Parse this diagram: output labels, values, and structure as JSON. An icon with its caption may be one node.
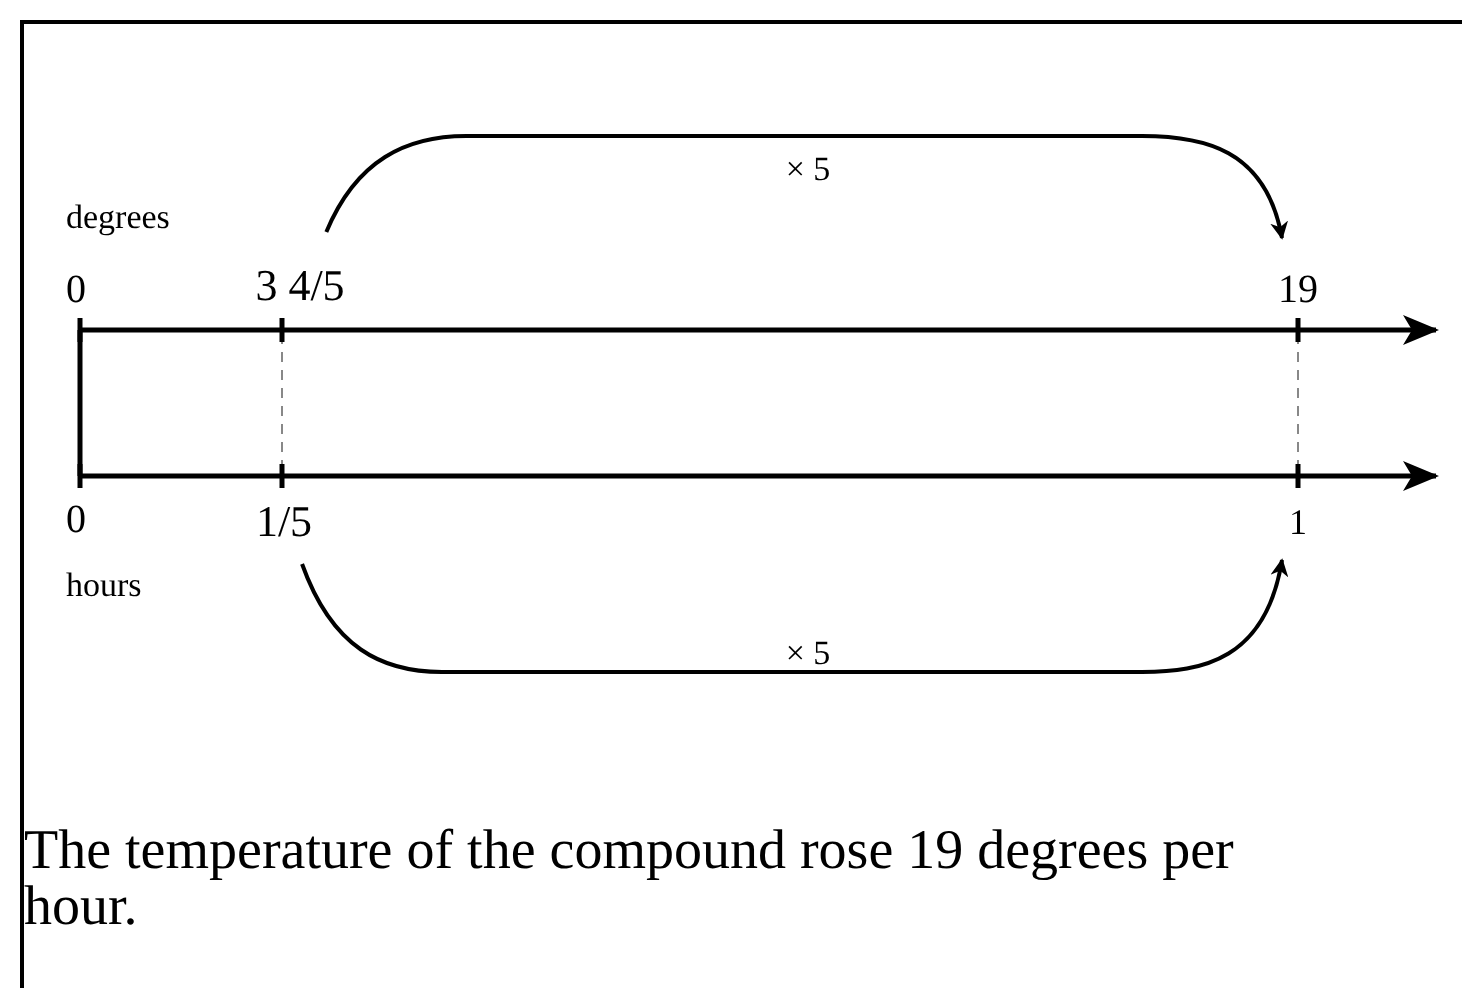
{
  "diagram": {
    "nodes": [
      {
        "text": [
          "3 4/5"
        ]
      },
      {
        "text": [
          "19"
        ]
      },
      {
        "text": [
          "1/5"
        ]
      },
      {
        "text": [
          "1"
        ]
      }
    ],
    "edges": [
      {
        "from": 0,
        "to": 1,
        "arrow": "to",
        "label": "× 5"
      },
      {
        "from": 2,
        "to": 3,
        "arrow": "to",
        "label": "× 5"
      }
    ],
    "labels": [
      "degrees",
      "0",
      "0",
      "hours",
      "The temperature of the compound rose 19 degrees per hour."
    ]
  }
}
